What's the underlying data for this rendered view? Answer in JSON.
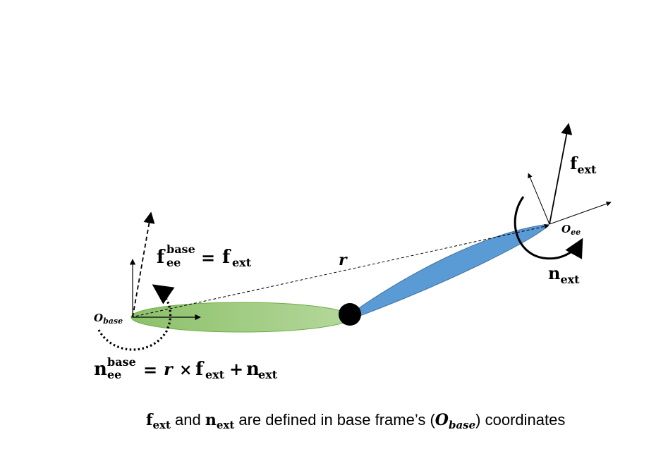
{
  "colors": {
    "link_green": "#a9d18e",
    "link_green_edge": "#70ad47",
    "link_blue": "#5b9bd5",
    "link_blue_edge": "#41719c",
    "joint": "#000000"
  },
  "labels": {
    "o_base": {
      "main": "O",
      "sub": "base"
    },
    "o_ee": {
      "main": "O",
      "sub": "ee"
    },
    "r": "r",
    "f_ext": {
      "main": "f",
      "sub": "ext"
    },
    "n_ext": {
      "main": "n",
      "sub": "ext"
    },
    "f_ee_base_eq": {
      "main": "f",
      "sup": "base",
      "sub": "ee",
      "rhs_main": "f",
      "rhs_sub": "ext",
      "eq": "="
    },
    "n_ee_base_eq": {
      "main": "n",
      "sup": "base",
      "sub": "ee",
      "eq": "=",
      "r": "r",
      "times": "×",
      "f": "f",
      "f_sub": "ext",
      "plus": "+",
      "n": "n",
      "n_sub": "ext"
    }
  },
  "caption": {
    "f": "f",
    "f_sub": "ext",
    "and": " and ",
    "n": "n",
    "n_sub": "ext",
    "middle": " are defined in base frame’s (",
    "o": "O",
    "o_sub": "base",
    "end": ") coordinates"
  }
}
